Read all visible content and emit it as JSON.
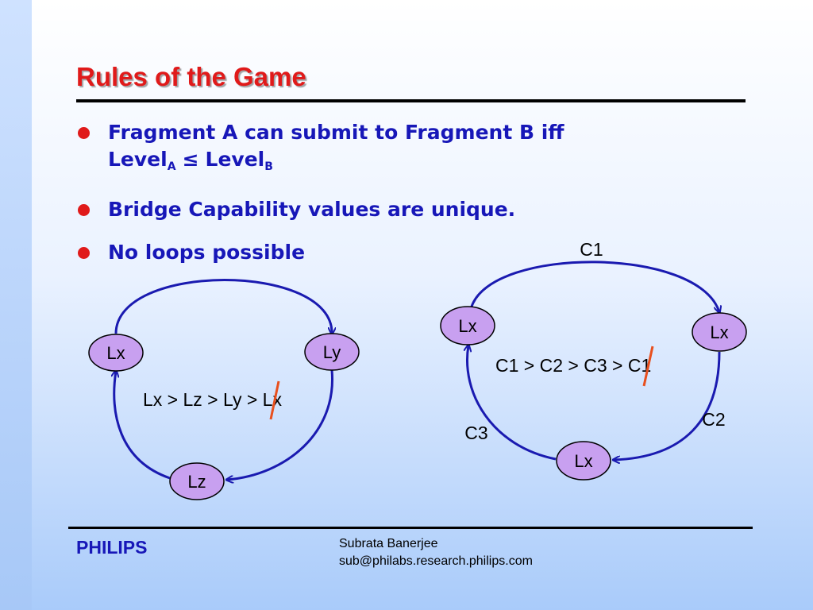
{
  "slide": {
    "title": "Rules of the Game",
    "bullets": [
      {
        "line1": "Fragment A can submit to Fragment B iff",
        "level_word": "Level",
        "sub_a": "A",
        "le_symbol": "≤",
        "sub_b": "B"
      },
      {
        "text": "Bridge Capability values are unique."
      },
      {
        "text": "No loops possible"
      }
    ]
  },
  "diagram_left": {
    "nodes": [
      "Lx",
      "Ly",
      "Lz"
    ],
    "chain_text": "Lx > Lz > Ly > Lx"
  },
  "diagram_right": {
    "nodes": [
      "Lx",
      "Lx",
      "Lx"
    ],
    "edge_labels": [
      "C1",
      "C2",
      "C3"
    ],
    "chain_text": "C1 > C2 > C3 > C1"
  },
  "colors": {
    "title_red": "#e01a1a",
    "text_blue": "#1717b8",
    "node_fill": "#c8a0f0",
    "arrow_blue": "#1a1ab0",
    "strike_orange": "#e8501e"
  },
  "footer": {
    "brand": "PHILIPS",
    "author_name": "Subrata Banerjee",
    "author_email": "sub@philabs.research.philips.com"
  }
}
